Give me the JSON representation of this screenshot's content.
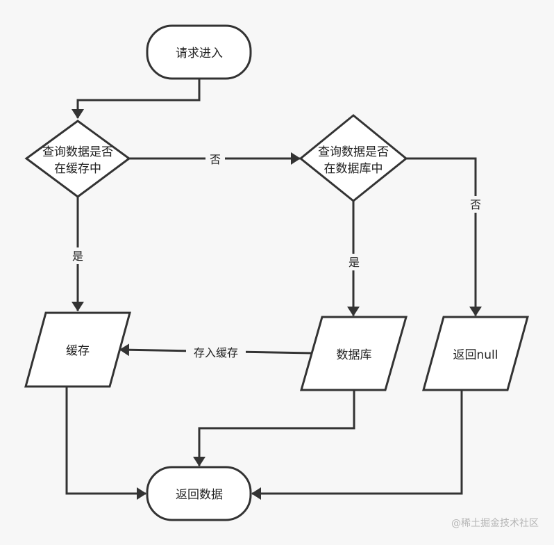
{
  "nodes": {
    "start": "请求进入",
    "cache_check_line1": "查询数据是否",
    "cache_check_line2": "在缓存中",
    "db_check_line1": "查询数据是否",
    "db_check_line2": "在数据库中",
    "cache": "缓存",
    "database": "数据库",
    "return_null": "返回null",
    "return_data": "返回数据"
  },
  "edges": {
    "cache_no": "否",
    "cache_yes": "是",
    "db_yes": "是",
    "db_no": "否",
    "store_to_cache": "存入缓存"
  },
  "watermark": "@稀土掘金技术社区",
  "colors": {
    "stroke": "#333333",
    "fill": "#ffffff",
    "background": "#f7f7f7"
  }
}
